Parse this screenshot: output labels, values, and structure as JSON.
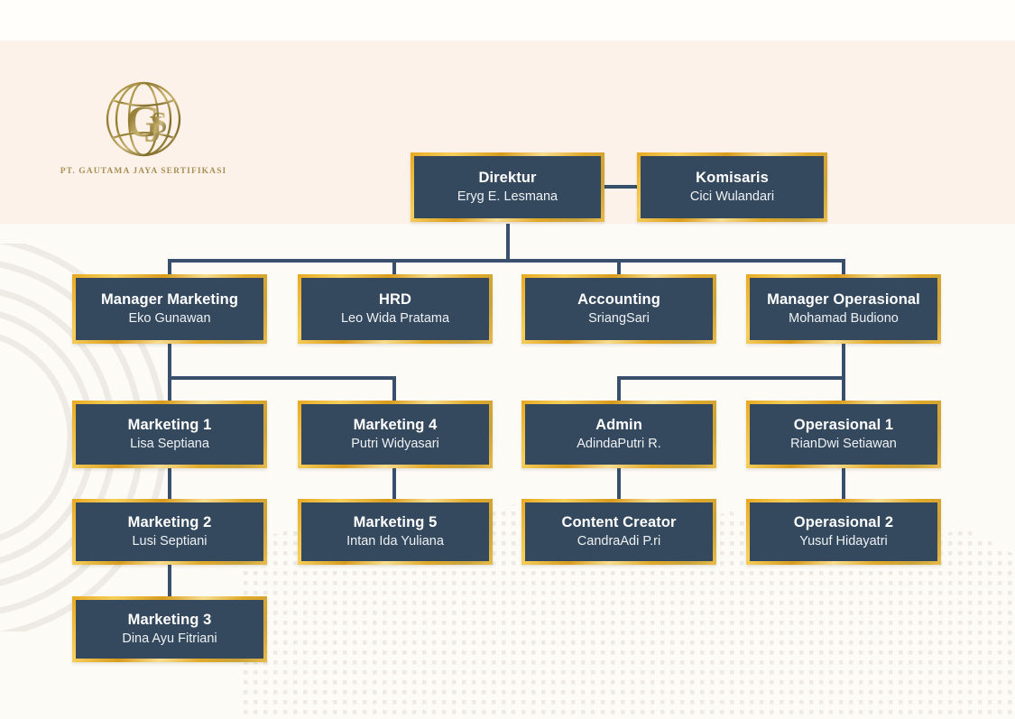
{
  "document": {
    "type": "organizational-chart",
    "company": "PT. GAUTAMA JAYA SERTIFIKASI"
  },
  "brand": {
    "logo_icon": "globe-monogram-gjs-icon",
    "caption": "PT. GAUTAMA JAYA SERTIFIKASI",
    "gold": "#e0a828",
    "navy": "#34495e",
    "header_band": "#fdf2e9",
    "page_background": "#fdfbf6",
    "connector": "#38506b"
  },
  "decor": {
    "arcs_icon": "concentric-arcs-decoration",
    "dots_icon": "dotted-world-map-decoration"
  },
  "nodes": [
    {
      "id": "direktur",
      "title": "Direktur",
      "name": "Eryg E. Lesmana"
    },
    {
      "id": "komisaris",
      "title": "Komisaris",
      "name": "Cici Wulandari"
    },
    {
      "id": "manager-marketing",
      "title": "Manager Marketing",
      "name": "Eko Gunawan"
    },
    {
      "id": "hrd",
      "title": "HRD",
      "name": "Leo Wida Pratama"
    },
    {
      "id": "accounting",
      "title": "Accounting",
      "name": "SriangSari"
    },
    {
      "id": "manager-operasional",
      "title": "Manager Operasional",
      "name": "Mohamad Budiono"
    },
    {
      "id": "marketing-1",
      "title": "Marketing 1",
      "name": "Lisa Septiana"
    },
    {
      "id": "marketing-4",
      "title": "Marketing 4",
      "name": "Putri Widyasari"
    },
    {
      "id": "admin",
      "title": "Admin",
      "name": "AdindaPutri R."
    },
    {
      "id": "operasional-1",
      "title": "Operasional 1",
      "name": "RianDwi Setiawan"
    },
    {
      "id": "marketing-2",
      "title": "Marketing 2",
      "name": "Lusi Septiani"
    },
    {
      "id": "marketing-5",
      "title": "Marketing 5",
      "name": "Intan Ida Yuliana"
    },
    {
      "id": "content-creator",
      "title": "Content Creator",
      "name": "CandraAdi P.ri"
    },
    {
      "id": "operasional-2",
      "title": "Operasional 2",
      "name": "Yusuf Hidayatri"
    },
    {
      "id": "marketing-3",
      "title": "Marketing 3",
      "name": "Dina Ayu Fitriani"
    }
  ],
  "relationships": [
    {
      "from": "direktur",
      "to": "komisaris",
      "kind": "lateral"
    },
    {
      "from": "direktur",
      "to": "manager-marketing"
    },
    {
      "from": "direktur",
      "to": "hrd"
    },
    {
      "from": "direktur",
      "to": "accounting"
    },
    {
      "from": "direktur",
      "to": "manager-operasional"
    },
    {
      "from": "manager-marketing",
      "to": "marketing-1"
    },
    {
      "from": "manager-marketing",
      "to": "marketing-4"
    },
    {
      "from": "manager-operasional",
      "to": "admin"
    },
    {
      "from": "manager-operasional",
      "to": "operasional-1"
    },
    {
      "from": "marketing-1",
      "to": "marketing-2"
    },
    {
      "from": "marketing-4",
      "to": "marketing-5"
    },
    {
      "from": "admin",
      "to": "content-creator"
    },
    {
      "from": "operasional-1",
      "to": "operasional-2"
    },
    {
      "from": "marketing-2",
      "to": "marketing-3"
    }
  ]
}
